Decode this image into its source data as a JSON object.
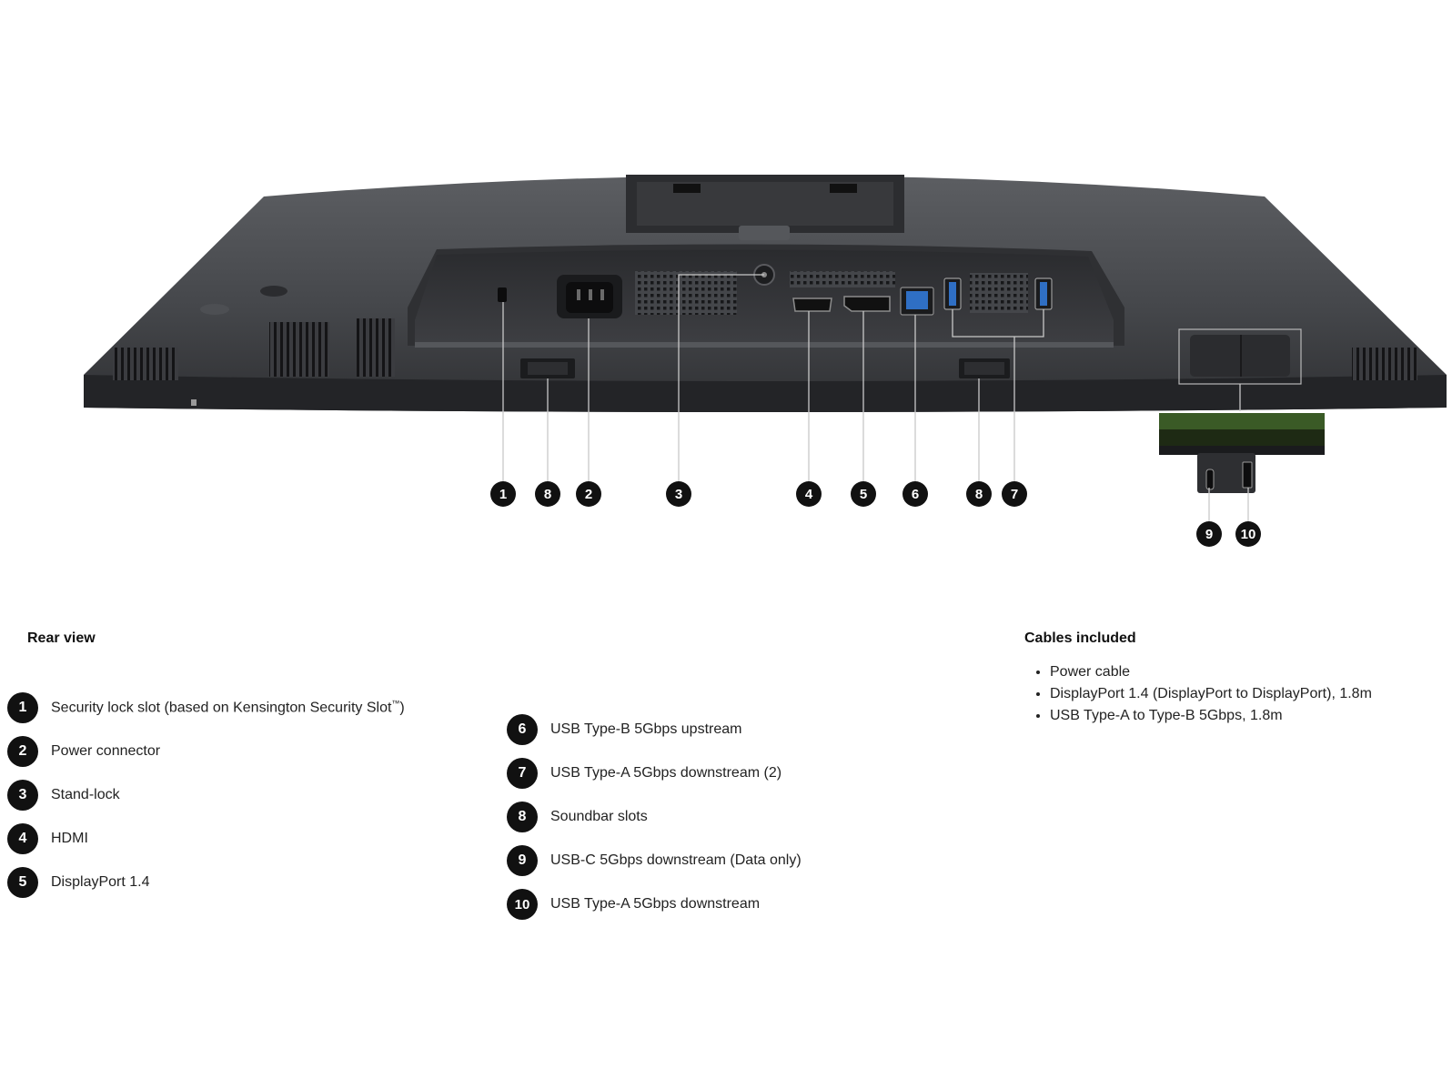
{
  "rear_view": {
    "title": "Rear view",
    "items": [
      {
        "num": "1",
        "label": "Security lock slot (based on Kensington Security Slot",
        "suffix": "™",
        "close": ")"
      },
      {
        "num": "2",
        "label": "Power connector"
      },
      {
        "num": "3",
        "label": "Stand-lock"
      },
      {
        "num": "4",
        "label": "HDMI"
      },
      {
        "num": "5",
        "label": "DisplayPort 1.4"
      },
      {
        "num": "6",
        "label": "USB Type-B 5Gbps upstream"
      },
      {
        "num": "7",
        "label": "USB Type-A 5Gbps downstream (2)"
      },
      {
        "num": "8",
        "label": "Soundbar slots"
      },
      {
        "num": "9",
        "label": "USB-C 5Gbps downstream (Data only)"
      },
      {
        "num": "10",
        "label": "USB Type-A 5Gbps downstream"
      }
    ]
  },
  "cables": {
    "title": "Cables included",
    "items": [
      "Power cable",
      "DisplayPort 1.4 (DisplayPort to DisplayPort), 1.8m",
      "USB Type-A to Type-B 5Gbps, 1.8m"
    ]
  },
  "callouts": [
    "1",
    "8",
    "2",
    "3",
    "4",
    "5",
    "6",
    "8",
    "7",
    "9",
    "10"
  ],
  "colors": {
    "monitor_body": "#3a3b3e",
    "badge": "#111111",
    "usb_blue": "#2f6fc4",
    "leader_line": "#c8c8c8"
  }
}
